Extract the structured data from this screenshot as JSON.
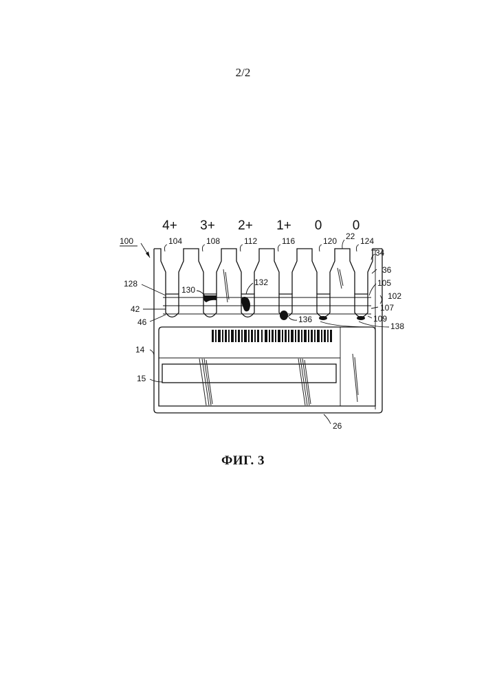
{
  "page": {
    "number": "2/2"
  },
  "figure": {
    "caption": "ФИГ. 3",
    "grades": [
      "4+",
      "3+",
      "2+",
      "1+",
      "0",
      "0"
    ],
    "refs": {
      "r100": "100",
      "r104": "104",
      "r108": "108",
      "r112": "112",
      "r116": "116",
      "r120": "120",
      "r22": "22",
      "r124": "124",
      "r34": "34",
      "r36": "36",
      "r128": "128",
      "r130": "130",
      "r132": "132",
      "r105": "105",
      "r102": "102",
      "r42": "42",
      "r107": "107",
      "r46": "46",
      "r136": "136",
      "r109": "109",
      "r138": "138",
      "r14": "14",
      "r15": "15",
      "r26": "26"
    }
  }
}
